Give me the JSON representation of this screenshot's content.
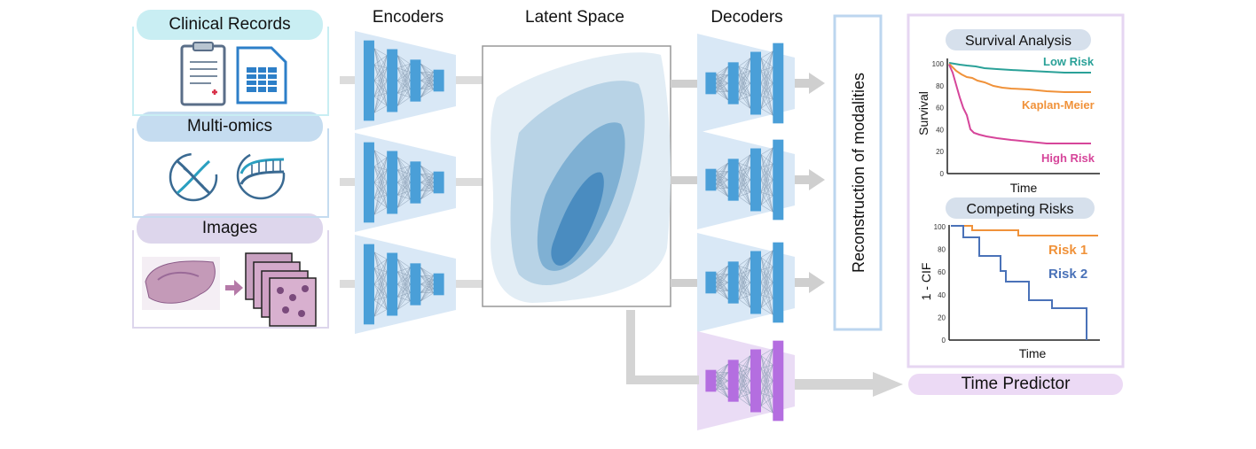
{
  "modalities": {
    "clinical": {
      "label": "Clinical Records",
      "color": "#c9eef3",
      "icons": [
        "clipboard-form-icon",
        "spreadsheet-document-icon"
      ]
    },
    "omics": {
      "label": "Multi-omics",
      "color": "#c5dcf0",
      "icons": [
        "dna-helix-icon",
        "rna-strand-icon"
      ]
    },
    "images": {
      "label": "Images",
      "color": "#ddd6ec",
      "icons": [
        "histology-slide-icon",
        "image-tiles-icon"
      ]
    }
  },
  "headers": {
    "encoders": "Encoders",
    "latent": "Latent Space",
    "decoders": "Decoders"
  },
  "reconstruction": "Reconstruction of modalities",
  "time_predictor": "Time Predictor",
  "survival": {
    "title": "Survival Analysis",
    "ylabel": "Survival",
    "xlabel": "Time",
    "yticks": [
      "100",
      "80",
      "60",
      "40",
      "20",
      "0"
    ],
    "series": [
      {
        "name": "Low Risk",
        "color": "#2aa198"
      },
      {
        "name": "Kaplan-Meier",
        "color": "#f0923a"
      },
      {
        "name": "High Risk",
        "color": "#d6459a"
      }
    ]
  },
  "competing": {
    "title": "Competing Risks",
    "ylabel": "1 - CIF",
    "xlabel": "Time",
    "yticks": [
      "100",
      "80",
      "60",
      "40",
      "20",
      "0"
    ],
    "series": [
      {
        "name": "Risk 1",
        "color": "#f0923a"
      },
      {
        "name": "Risk 2",
        "color": "#4a72b8"
      }
    ]
  },
  "colors": {
    "encoder_node": "#4a9fd8",
    "encoder_bg": "#d9e8f6",
    "predictor_node": "#b46ee0",
    "predictor_bg": "#eadcf5",
    "latent_frame": "#999999",
    "arrow": "#cfcfcf"
  }
}
